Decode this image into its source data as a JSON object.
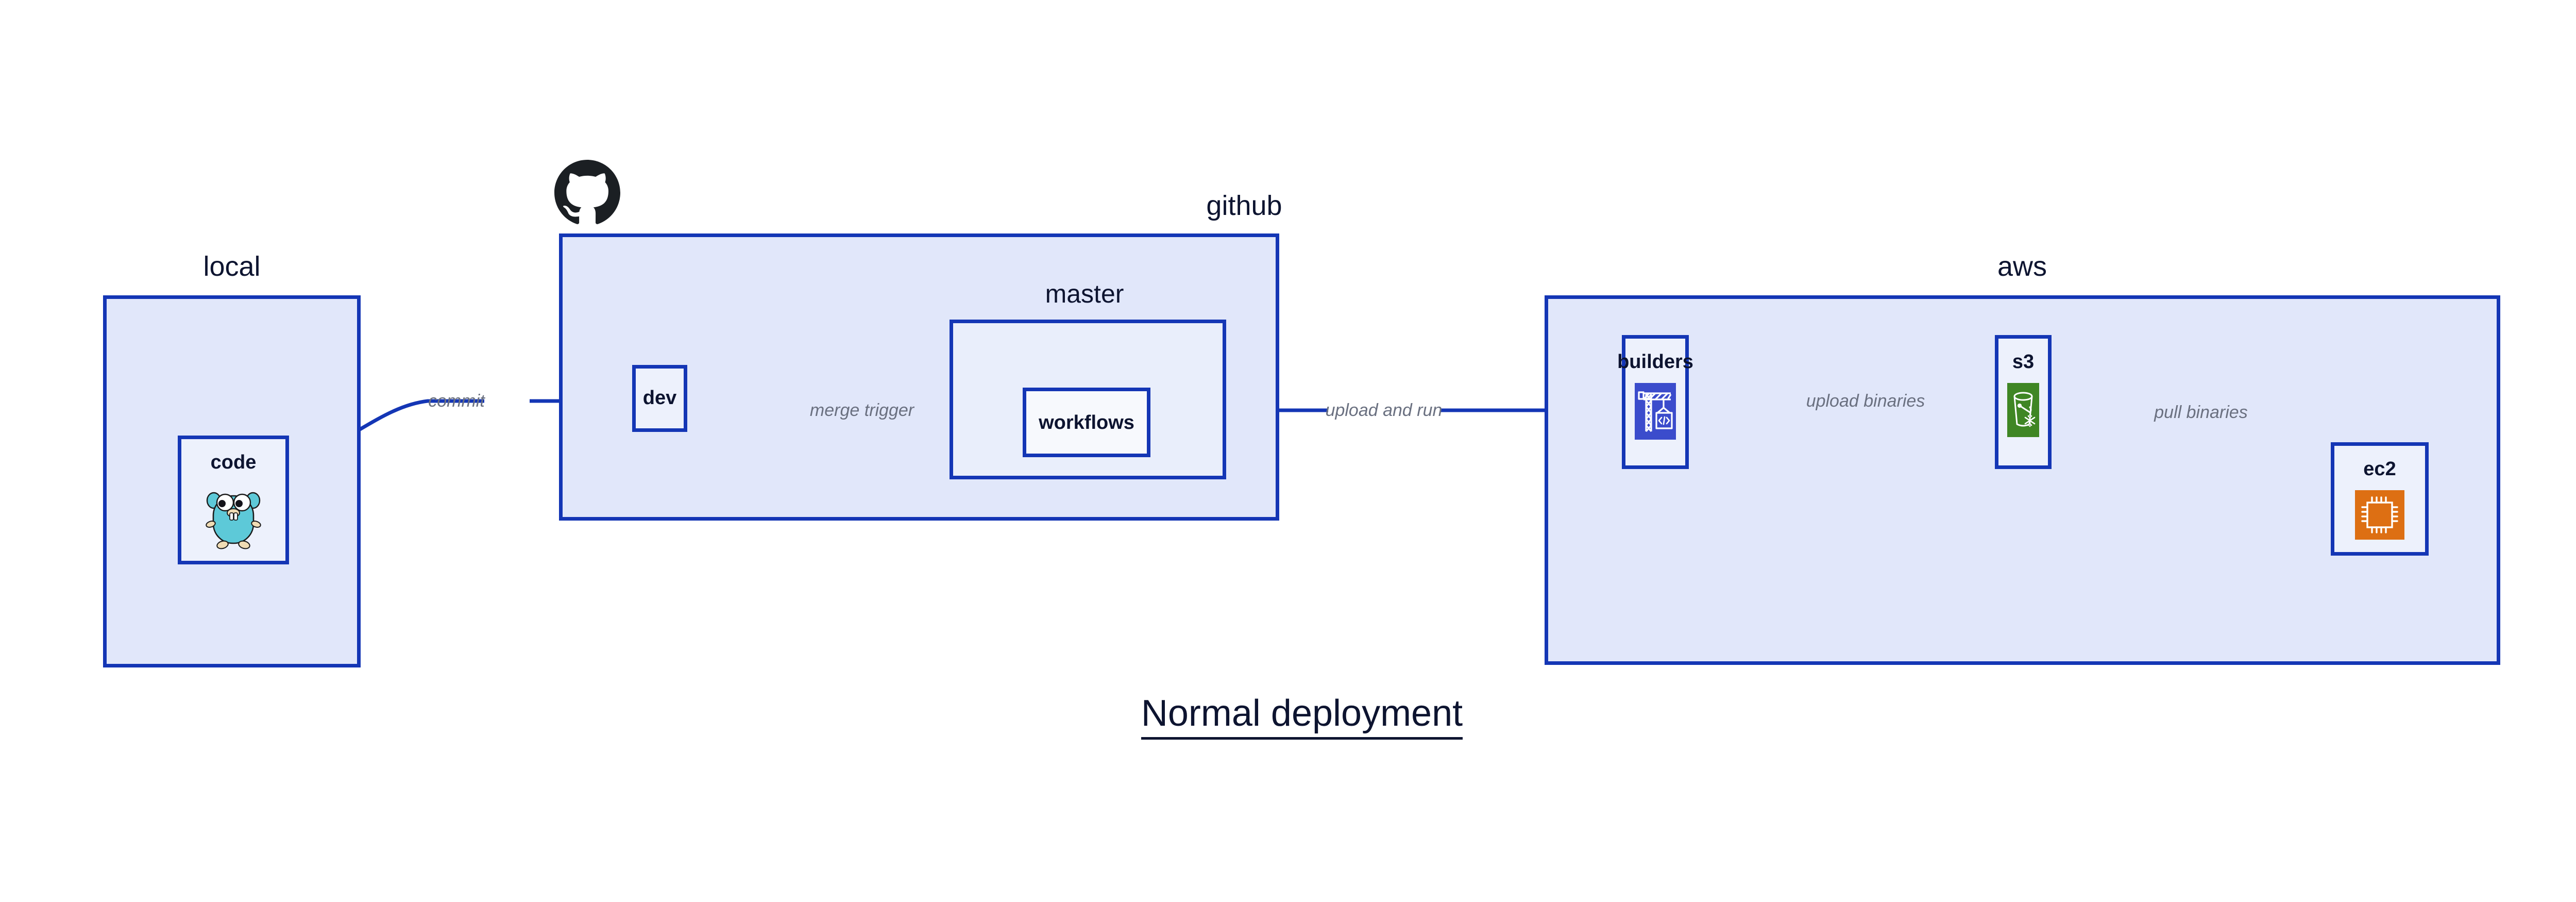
{
  "diagram": {
    "title": "Normal deployment",
    "background": "#ffffff",
    "colors": {
      "border": "#1436b5",
      "group_fill": "#e1e7fa",
      "node_fill": "#edf1fc",
      "node_fill_alt": "#f7f9fd",
      "label_text": "#0d1430",
      "edge_label_text": "#6a7080",
      "edge_stroke": "#1436b5",
      "builders_icon": "#3b4ccc",
      "s3_icon": "#3f8624",
      "ec2_icon": "#dd6f13",
      "gopher_body": "#5dc9d8",
      "github_mark": "#1b1f23"
    }
  },
  "groups": [
    {
      "id": "local",
      "label": "local"
    },
    {
      "id": "github",
      "label": "github"
    },
    {
      "id": "master",
      "label": "master"
    },
    {
      "id": "aws",
      "label": "aws"
    }
  ],
  "nodes": [
    {
      "id": "code",
      "label": "code",
      "icon": "go-gopher-icon",
      "group": "local"
    },
    {
      "id": "dev",
      "label": "dev",
      "icon": null,
      "group": "github"
    },
    {
      "id": "workflows",
      "label": "workflows",
      "icon": null,
      "group": "master"
    },
    {
      "id": "builders",
      "label": "builders",
      "icon": "crane-code-icon",
      "group": "aws"
    },
    {
      "id": "s3",
      "label": "s3",
      "icon": "s3-bucket-icon",
      "group": "aws"
    },
    {
      "id": "ec2",
      "label": "ec2",
      "icon": "cpu-chip-icon",
      "group": "aws"
    }
  ],
  "edges": [
    {
      "id": "e-commit",
      "from": "code",
      "to": "dev",
      "label": "commit"
    },
    {
      "id": "e-merge",
      "from": "dev",
      "to": "workflows",
      "label": "merge trigger"
    },
    {
      "id": "e-upload-run",
      "from": "workflows",
      "to": "builders",
      "label": "upload and run"
    },
    {
      "id": "e-upload-bin",
      "from": "builders",
      "to": "s3",
      "label": "upload binaries"
    },
    {
      "id": "e-pull-bin",
      "from": "s3",
      "to": "ec2",
      "label": "pull binaries"
    }
  ],
  "icons": {
    "github_mark": "github-octocat-icon"
  }
}
